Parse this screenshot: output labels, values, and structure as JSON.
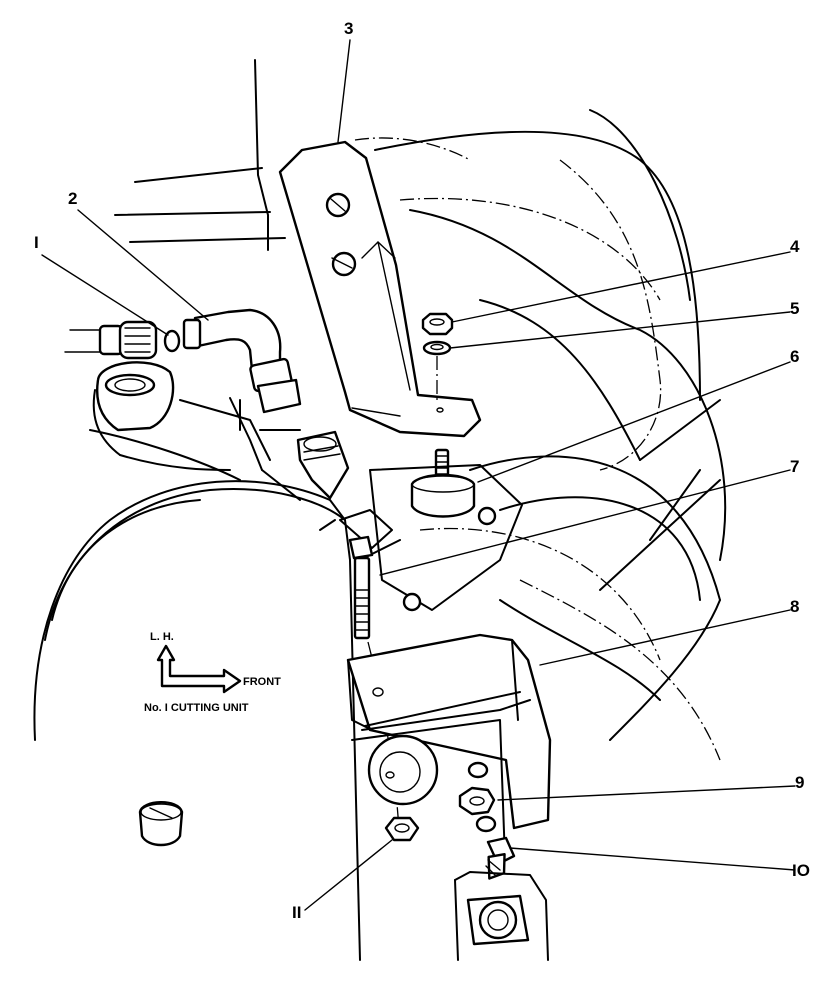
{
  "callouts": [
    {
      "id": "1",
      "label": "I"
    },
    {
      "id": "2",
      "label": "2"
    },
    {
      "id": "3",
      "label": "3"
    },
    {
      "id": "4",
      "label": "4"
    },
    {
      "id": "5",
      "label": "5"
    },
    {
      "id": "6",
      "label": "6"
    },
    {
      "id": "7",
      "label": "7"
    },
    {
      "id": "8",
      "label": "8"
    },
    {
      "id": "9",
      "label": "9"
    },
    {
      "id": "10",
      "label": "IO"
    },
    {
      "id": "11",
      "label": "II"
    }
  ],
  "orientation": {
    "up_label": "L. H.",
    "right_label": "FRONT",
    "caption": "No. I CUTTING UNIT"
  }
}
